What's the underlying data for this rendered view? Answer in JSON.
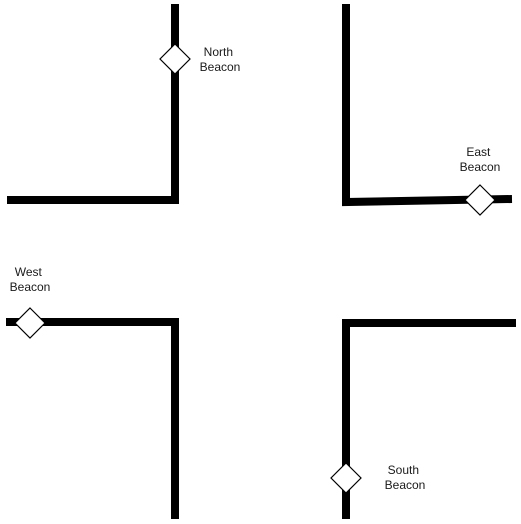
{
  "colors": {
    "road": "#000000",
    "beacon_fill": "#ffffff",
    "beacon_stroke": "#000000",
    "label_text": "#1a1a1a"
  },
  "beacons": {
    "north": {
      "line1": "North",
      "line2": "Beacon"
    },
    "east": {
      "line1": "East",
      "line2": "Beacon"
    },
    "west": {
      "line1": "West",
      "line2": "Beacon"
    },
    "south": {
      "line1": "South",
      "line2": "Beacon"
    }
  }
}
